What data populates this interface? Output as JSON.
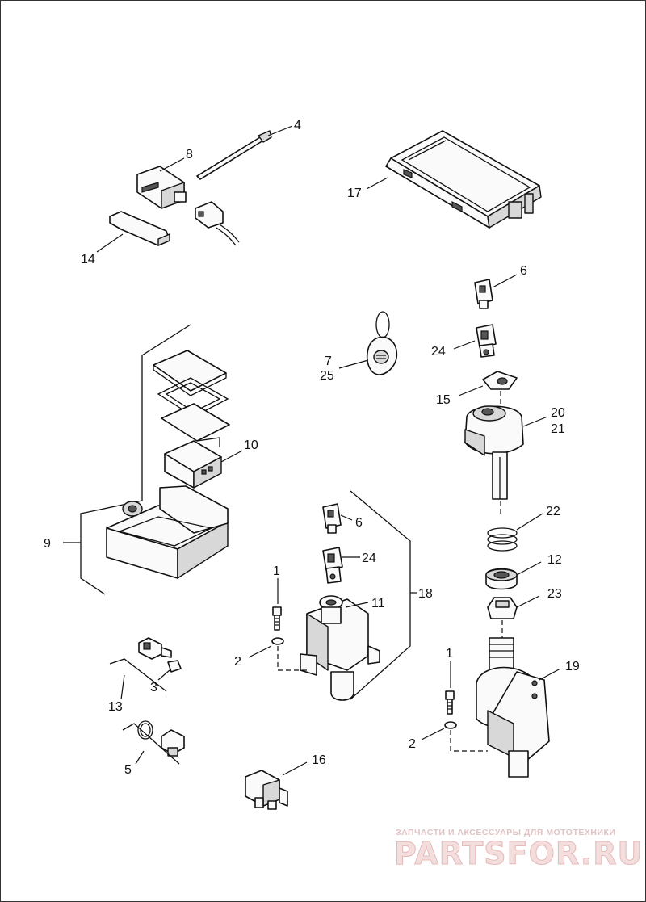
{
  "callouts": {
    "c1_upper": "1",
    "c1_lower": "1",
    "c2_upper": "2",
    "c2_lower": "2",
    "c3": "3",
    "c4": "4",
    "c5": "5",
    "c6_upper": "6",
    "c6_lower": "6",
    "c7": "7",
    "c25": "25",
    "c8": "8",
    "c9": "9",
    "c10": "10",
    "c11": "11",
    "c12": "12",
    "c13": "13",
    "c14": "14",
    "c15": "15",
    "c16": "16",
    "c17": "17",
    "c18": "18",
    "c19": "19",
    "c20": "20",
    "c21": "21",
    "c22": "22",
    "c23": "23",
    "c24_upper": "24",
    "c24_lower": "24"
  },
  "watermark": {
    "subtitle": "ЗАПЧАСТИ И АКСЕССУАРЫ ДЛЯ МОТОТЕХНИКИ",
    "logo_text": "PARTSFOR.RU"
  },
  "colors": {
    "line": "#111111",
    "watermark": "#e6b8b8"
  }
}
